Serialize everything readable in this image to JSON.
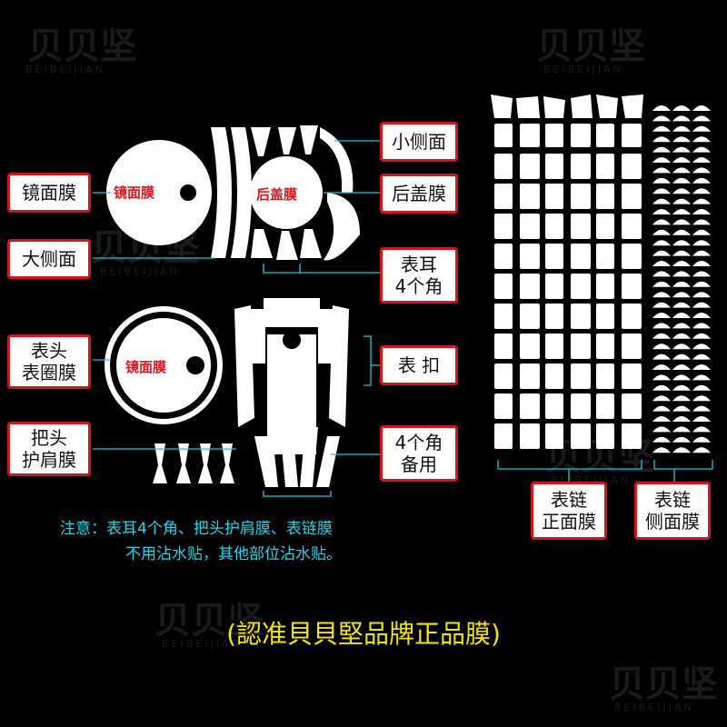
{
  "watermark": {
    "logo": "贝贝坚",
    "text": "BEIBEIJIAN"
  },
  "left_labels": {
    "mirror": "镜面膜",
    "big_side": "大侧面",
    "bezel": "表头\n表圈膜",
    "crown_guard": "把头\n护肩膜"
  },
  "right_labels": {
    "small_side": "小侧面",
    "back_cover": "后盖膜",
    "lugs": "表耳\n4个角",
    "clasp": "表   扣",
    "spare_corners": "4个角\n备用"
  },
  "strap_labels": {
    "front": "表链\n正面膜",
    "side": "表链\n侧面膜"
  },
  "piece_text": {
    "mirror_top": "镜面膜",
    "back_cover": "后盖膜",
    "mirror_bottom": "镜面膜"
  },
  "note": {
    "line1": "注意：表耳4个角、把头护肩膜、表链膜",
    "line2": "不用沾水贴，其他部位沾水贴。"
  },
  "slogan": "(認准貝貝堅品牌正品膜)",
  "colors": {
    "background": "#000000",
    "border": "#d7141a",
    "leader": "#18c8dc",
    "note": "#23d3e8",
    "slogan": "#f3e600",
    "piece_text": "#e0141c",
    "piece": "#ffffff"
  }
}
